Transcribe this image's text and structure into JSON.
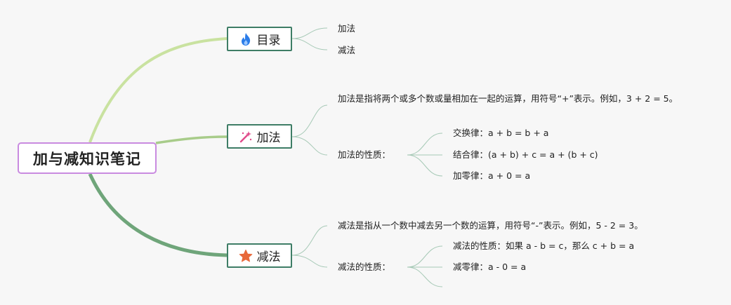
{
  "root": {
    "title": "加与减知识笔记"
  },
  "branches": [
    {
      "title": "目录",
      "icon": "fire-icon",
      "items": [
        "加法",
        "减法"
      ]
    },
    {
      "title": "加法",
      "icon": "magic-wand-icon",
      "definition": "加法是指将两个或多个数或量相加在一起的运算，用符号“+”表示。例如，3 + 2 = 5。",
      "properties_label": "加法的性质：",
      "properties": [
        "交换律：a + b = b + a",
        "结合律：(a + b) + c = a + (b + c)",
        "加零律：a + 0 = a"
      ]
    },
    {
      "title": "减法",
      "icon": "star-icon",
      "definition": "减法是指从一个数中减去另一个数的运算，用符号“-”表示。例如，5 - 2 = 3。",
      "properties_label": "减法的性质：",
      "properties": [
        "减法的性质：如果 a - b = c，那么 c + b = a",
        "减零律：a - 0 = a"
      ]
    }
  ],
  "colors": {
    "root_border": "#c98be0",
    "branch_border": "#3e7d66",
    "branch1_line": "#c9e2a0",
    "branch2_line": "#a8cc8a",
    "branch3_line": "#6fa57a",
    "leaf_line": "#a6c9b6",
    "fire": "#2b7de9",
    "wand": "#e04a8a",
    "star": "#e8683a"
  }
}
